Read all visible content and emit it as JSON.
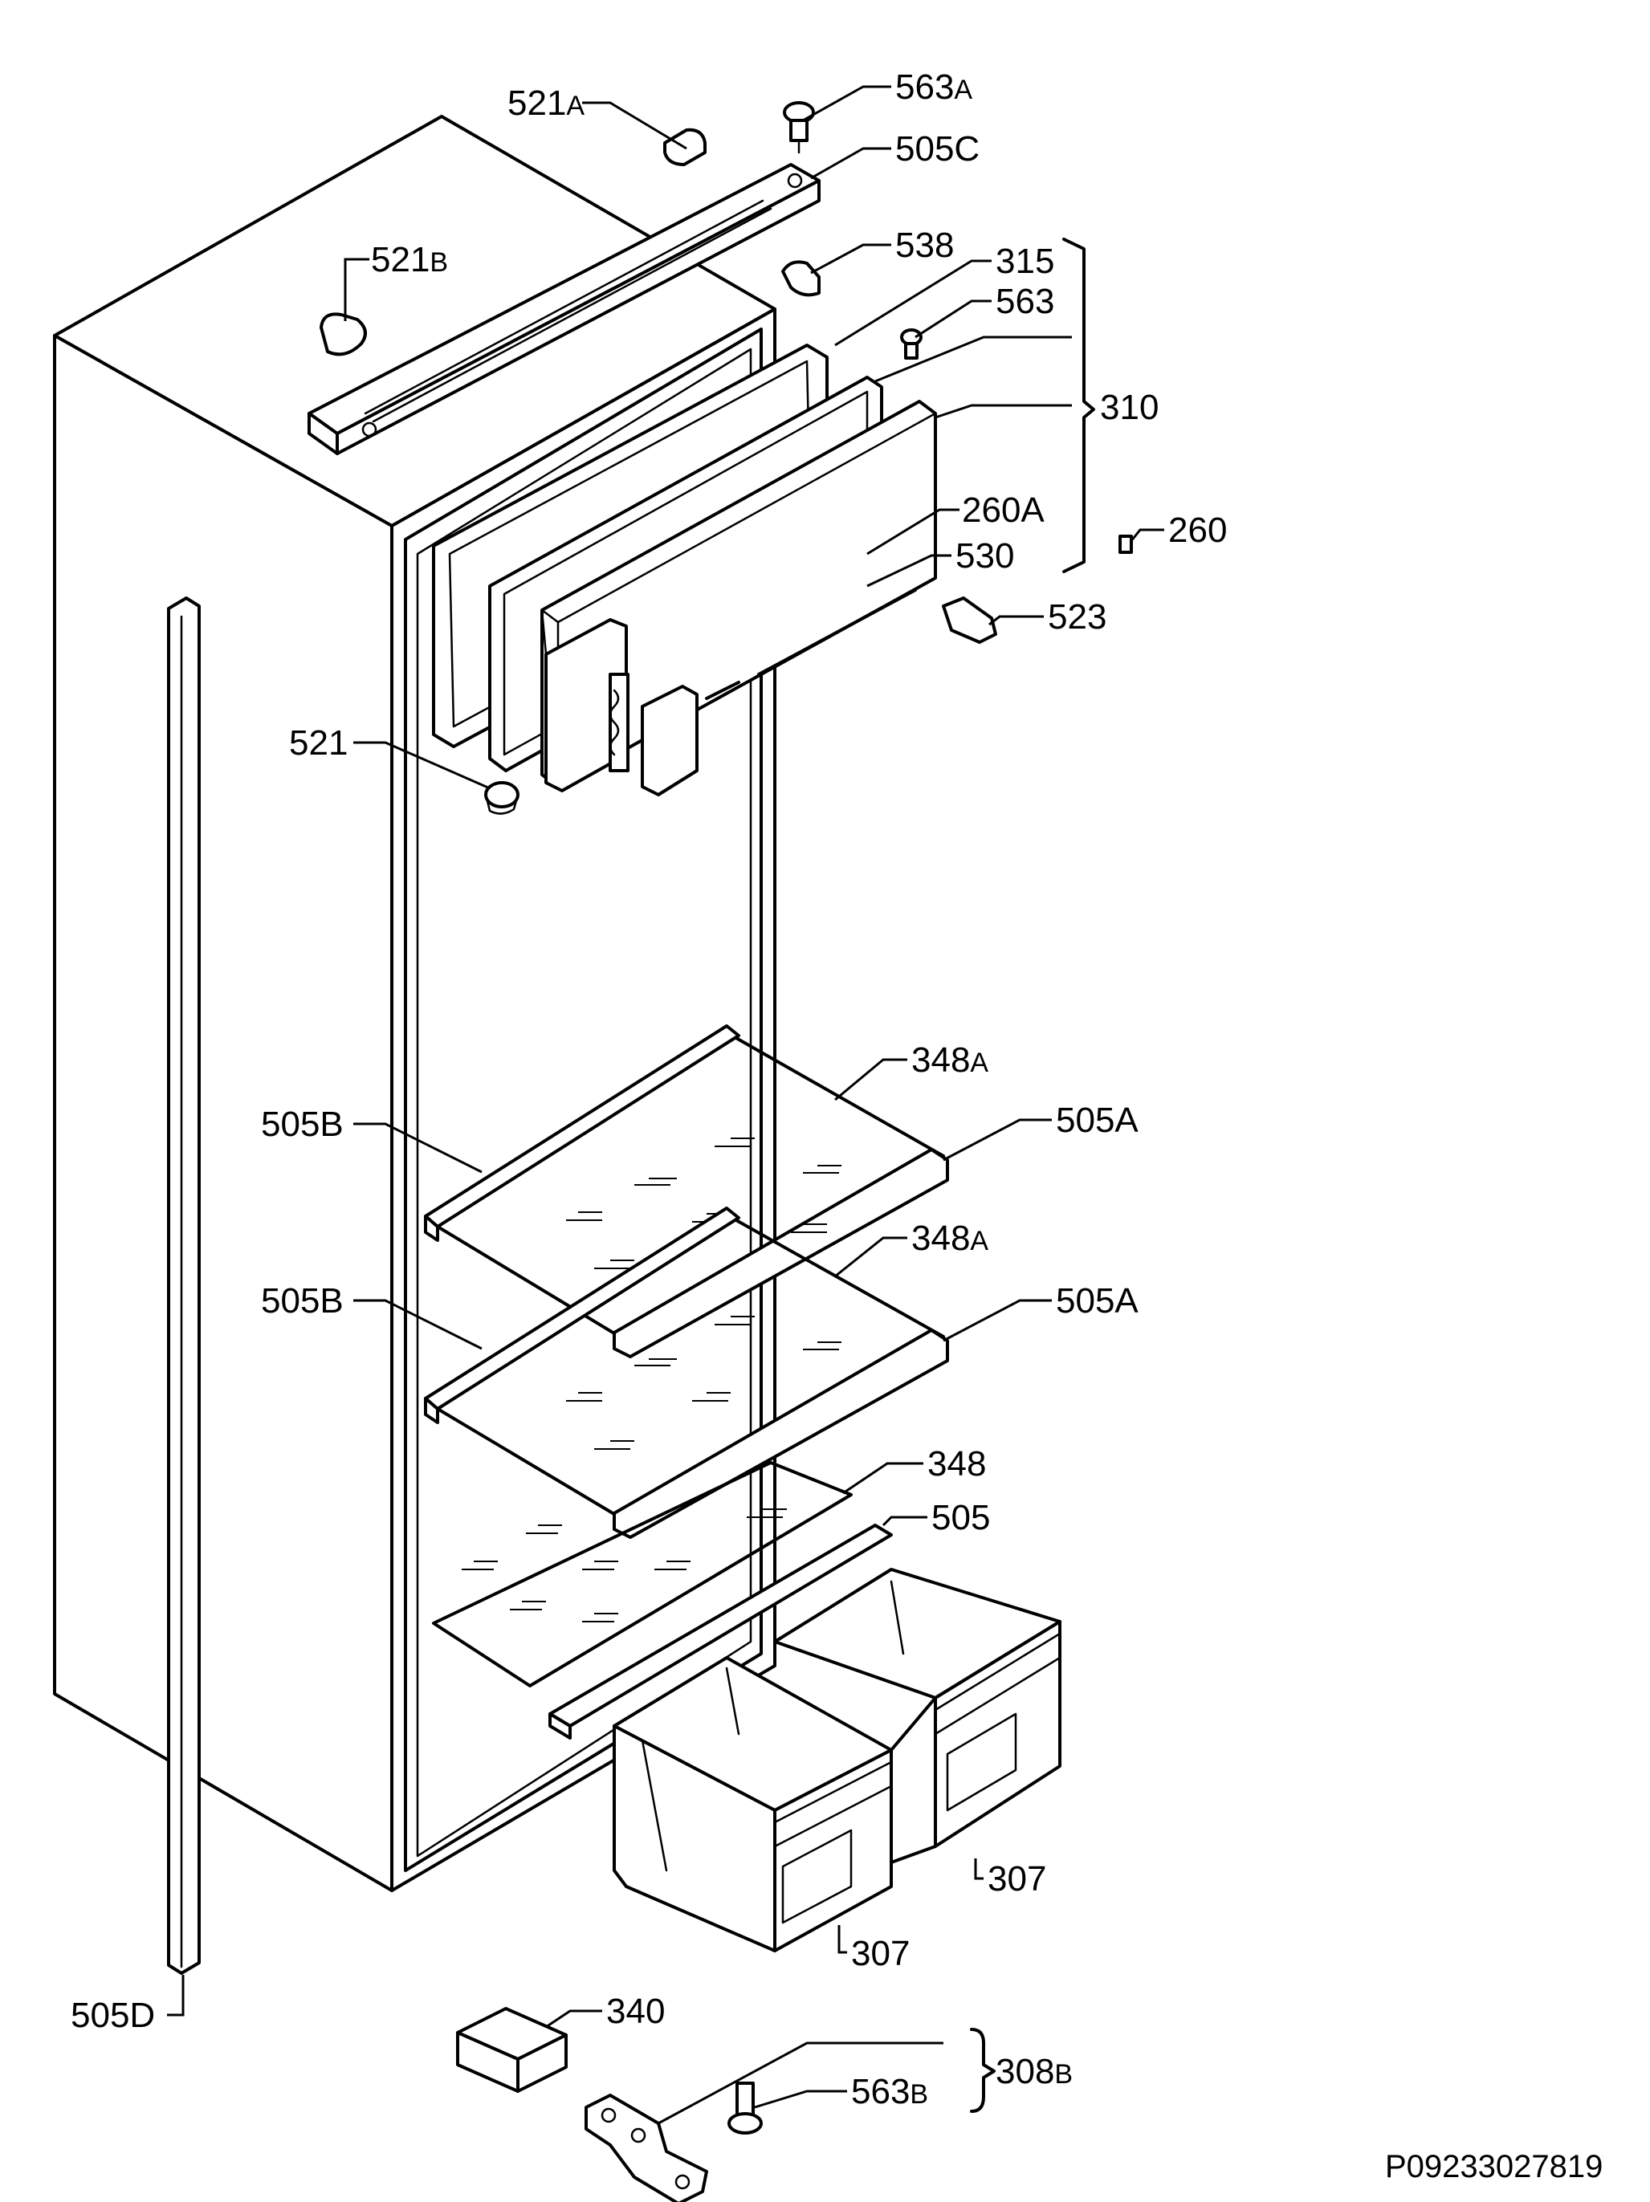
{
  "drawing_code": "P09233027819",
  "callouts": [
    {
      "num": "521",
      "suffix": "A"
    },
    {
      "num": "563",
      "suffix": "A"
    },
    {
      "num": "505C",
      "suffix": ""
    },
    {
      "num": "521",
      "suffix": "B"
    },
    {
      "num": "538",
      "suffix": ""
    },
    {
      "num": "315",
      "suffix": ""
    },
    {
      "num": "563",
      "suffix": ""
    },
    {
      "num": "310",
      "suffix": ""
    },
    {
      "num": "260A",
      "suffix": ""
    },
    {
      "num": "260",
      "suffix": ""
    },
    {
      "num": "530",
      "suffix": ""
    },
    {
      "num": "523",
      "suffix": ""
    },
    {
      "num": "521",
      "suffix": ""
    },
    {
      "num": "348",
      "suffix": "A"
    },
    {
      "num": "505B",
      "suffix": ""
    },
    {
      "num": "505A",
      "suffix": ""
    },
    {
      "num": "348",
      "suffix": "A"
    },
    {
      "num": "505B",
      "suffix": ""
    },
    {
      "num": "505A",
      "suffix": ""
    },
    {
      "num": "348",
      "suffix": ""
    },
    {
      "num": "505",
      "suffix": ""
    },
    {
      "num": "307",
      "suffix": ""
    },
    {
      "num": "307",
      "suffix": ""
    },
    {
      "num": "505D",
      "suffix": ""
    },
    {
      "num": "340",
      "suffix": ""
    },
    {
      "num": "308",
      "suffix": "B"
    },
    {
      "num": "563",
      "suffix": "B"
    }
  ]
}
